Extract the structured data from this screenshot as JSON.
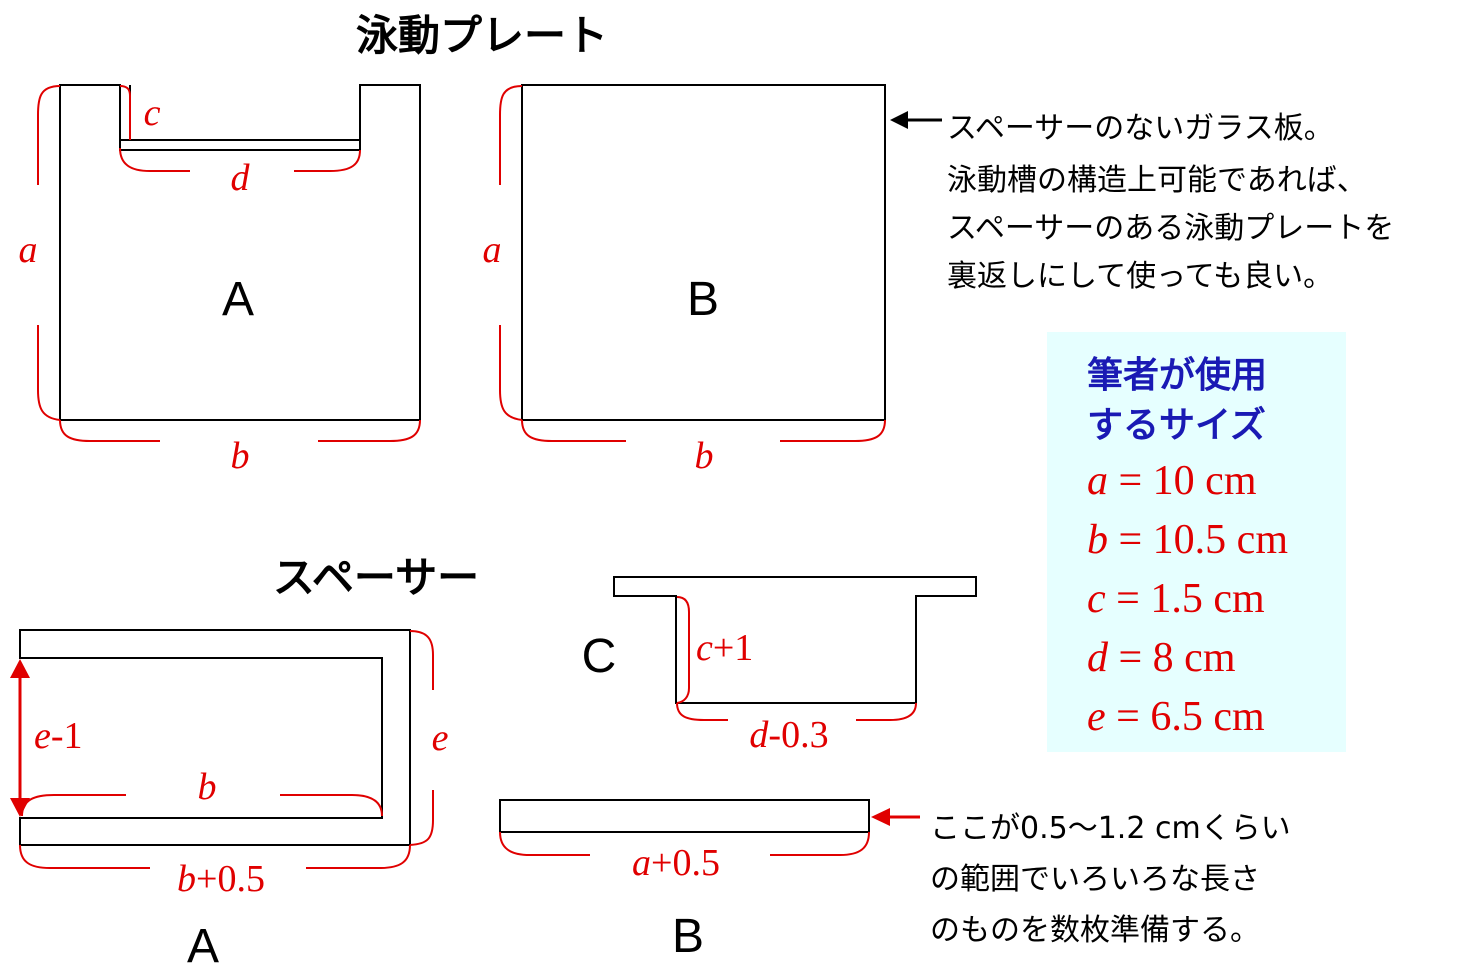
{
  "plate": {
    "heading": "泳動プレート",
    "a_label": "A",
    "b_label": "B",
    "dim_a": "a",
    "dim_b": "b",
    "dim_c": "c",
    "dim_d": "d"
  },
  "plate_note": [
    "スペーサーのないガラス板。",
    "泳動槽の構造上可能であれば、",
    "スペーサーのある泳動プレートを",
    "裏返しにして使っても良い。"
  ],
  "sizes": {
    "title": [
      "筆者が使用",
      "するサイズ"
    ],
    "items": [
      {
        "var": "a",
        "value": " = 10 cm"
      },
      {
        "var": "b",
        "value": " = 10.5 cm"
      },
      {
        "var": "c",
        "value": " = 1.5 cm"
      },
      {
        "var": "d",
        "value": " = 8 cm"
      },
      {
        "var": "e",
        "value": " = 6.5 cm"
      }
    ],
    "bg_color": "#e6ffff",
    "title_color": "#1a1ab4",
    "value_color": "#e00000"
  },
  "spacer": {
    "heading": "スペーサー",
    "a_label": "A",
    "b_label": "B",
    "c_label": "C",
    "dim_e_minus": {
      "var": "e",
      "rest": "-1"
    },
    "dim_b": "b",
    "dim_e": "e",
    "dim_b_plus": {
      "var": "b",
      "rest": "+0.5"
    },
    "dim_c_plus": {
      "var": "c",
      "rest": "+1"
    },
    "dim_d_minus": {
      "var": "d",
      "rest": "-0.3"
    },
    "dim_a_plus": {
      "var": "a",
      "rest": "+0.5"
    }
  },
  "spacer_note": [
    "ここが0.5～1.2 cmくらい",
    "の範囲でいろいろな長さ",
    "のものを数枚準備する。"
  ]
}
